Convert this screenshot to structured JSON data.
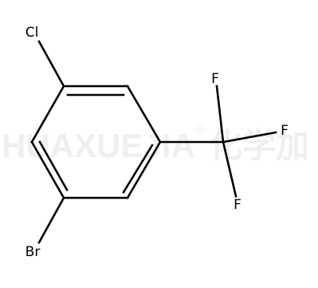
{
  "watermark": {
    "text": "HUAXUEJIA",
    "registered_mark": "®",
    "chinese": "化学加"
  },
  "molecule": {
    "atoms": {
      "chlorine": "Cl",
      "bromine": "Br",
      "fluorine_top": "F",
      "fluorine_right": "F",
      "fluorine_bottom": "F"
    }
  }
}
